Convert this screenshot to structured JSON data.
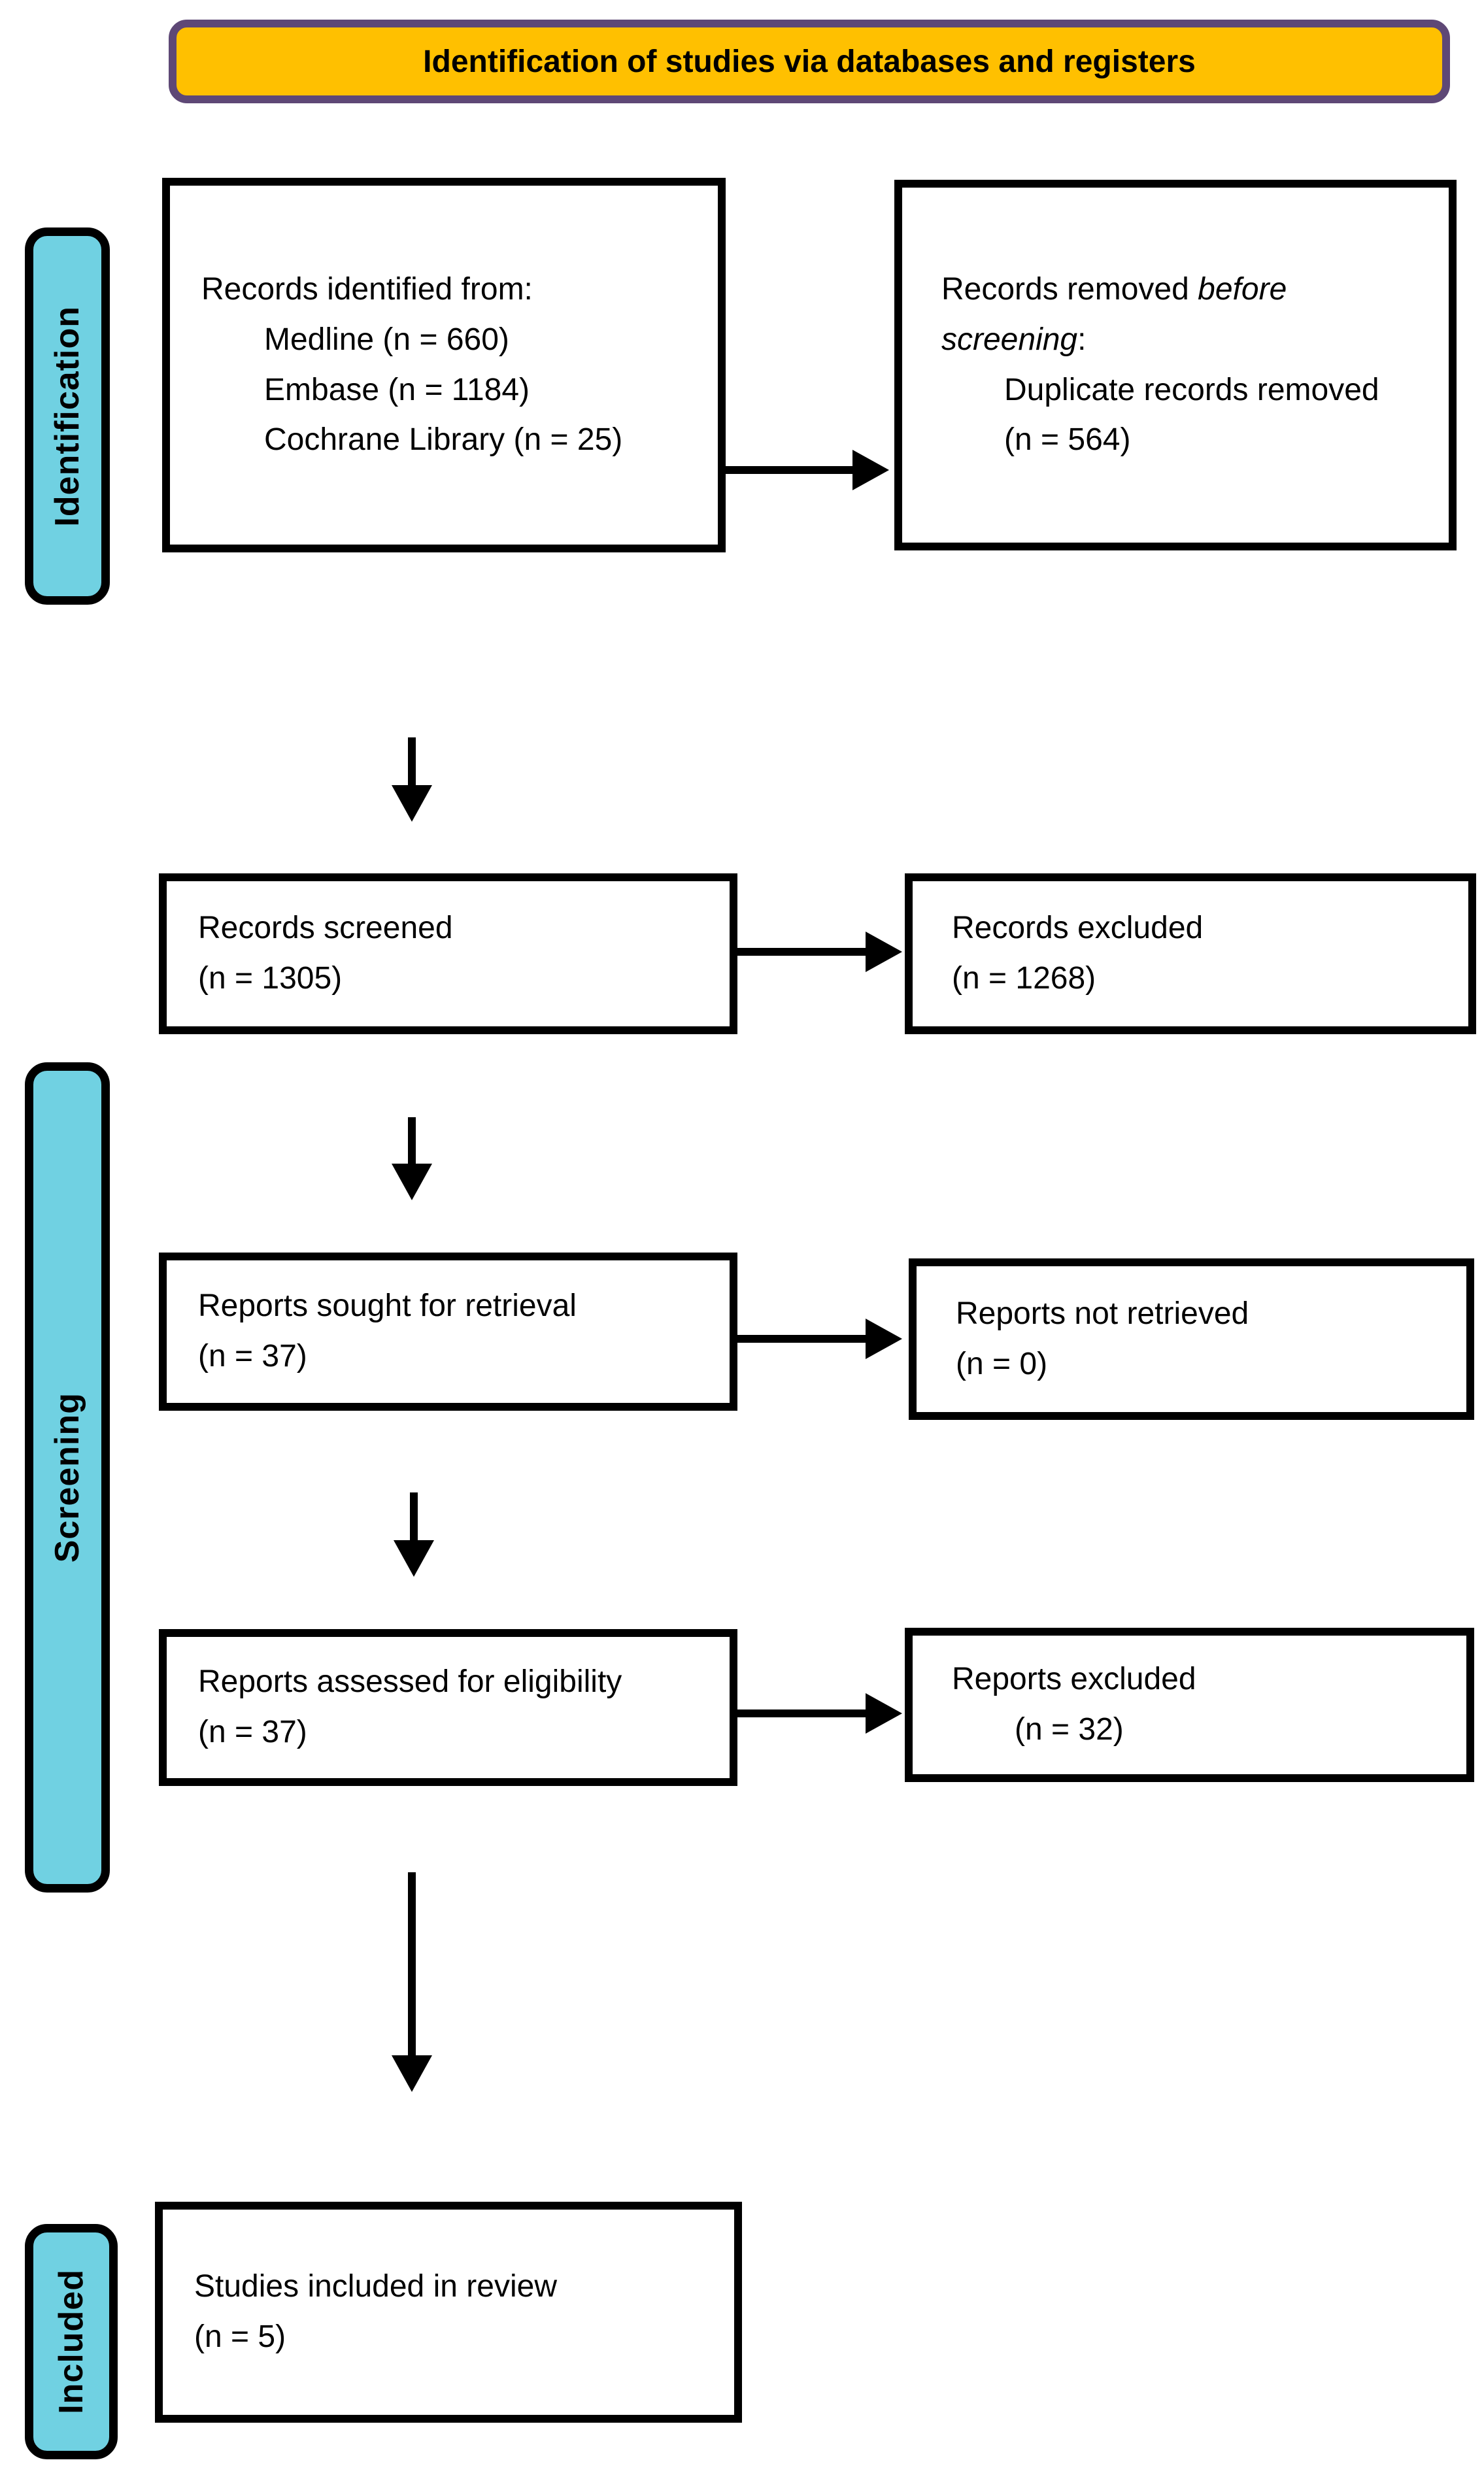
{
  "title": "PRISMA flow diagram",
  "banner": {
    "label": "Identification of studies via databases and registers"
  },
  "colors": {
    "banner-fill": "#FFC000",
    "banner-border": "#5E4876",
    "stage-fill": "#70D1E2",
    "box-border": "#000000",
    "background": "#FFFFFF"
  },
  "stages": {
    "identification": {
      "label": "Identification"
    },
    "screening": {
      "label": "Screening"
    },
    "included": {
      "label": "Included"
    }
  },
  "boxes": {
    "records_identified": {
      "lines": [
        {
          "indent": 0,
          "segments": [
            {
              "text": "Records identified from:",
              "italic": false
            }
          ]
        },
        {
          "indent": 1,
          "segments": [
            {
              "text": "Medline (n = 660)",
              "italic": false
            }
          ]
        },
        {
          "indent": 1,
          "segments": [
            {
              "text": "Embase (n = 1184)",
              "italic": false
            }
          ]
        },
        {
          "indent": 1,
          "segments": [
            {
              "text": "Cochrane Library (n = 25)",
              "italic": false
            }
          ]
        }
      ]
    },
    "records_removed": {
      "lines": [
        {
          "indent": 0,
          "segments": [
            {
              "text": "Records removed ",
              "italic": false
            },
            {
              "text": "before",
              "italic": true
            }
          ]
        },
        {
          "indent": 0,
          "segments": [
            {
              "text": "screening",
              "italic": true
            },
            {
              "text": ":",
              "italic": false
            }
          ]
        },
        {
          "indent": 1,
          "segments": [
            {
              "text": "Duplicate records removed",
              "italic": false
            }
          ]
        },
        {
          "indent": 1,
          "segments": [
            {
              "text": "(n = 564)",
              "italic": false
            }
          ]
        }
      ]
    },
    "records_screened": {
      "lines": [
        {
          "indent": 0,
          "segments": [
            {
              "text": "Records screened",
              "italic": false
            }
          ]
        },
        {
          "indent": 0,
          "segments": [
            {
              "text": "(n = 1305)",
              "italic": false
            }
          ]
        }
      ]
    },
    "records_excluded": {
      "lines": [
        {
          "indent": 0,
          "segments": [
            {
              "text": "Records excluded",
              "italic": false
            }
          ]
        },
        {
          "indent": 0,
          "segments": [
            {
              "text": "(n = 1268)",
              "italic": false
            }
          ]
        }
      ]
    },
    "reports_sought": {
      "lines": [
        {
          "indent": 0,
          "segments": [
            {
              "text": "Reports sought for retrieval",
              "italic": false
            }
          ]
        },
        {
          "indent": 0,
          "segments": [
            {
              "text": "(n = 37)",
              "italic": false
            }
          ]
        }
      ]
    },
    "reports_not_retrieved": {
      "lines": [
        {
          "indent": 0,
          "segments": [
            {
              "text": "Reports not retrieved",
              "italic": false
            }
          ]
        },
        {
          "indent": 0,
          "segments": [
            {
              "text": "(n = 0)",
              "italic": false
            }
          ]
        }
      ]
    },
    "reports_assessed": {
      "lines": [
        {
          "indent": 0,
          "segments": [
            {
              "text": "Reports assessed for eligibility",
              "italic": false
            }
          ]
        },
        {
          "indent": 0,
          "segments": [
            {
              "text": "(n = 37)",
              "italic": false
            }
          ]
        }
      ]
    },
    "reports_excluded": {
      "lines": [
        {
          "indent": 0,
          "segments": [
            {
              "text": "Reports excluded",
              "italic": false
            }
          ]
        },
        {
          "indent": 1,
          "segments": [
            {
              "text": "(n = 32)",
              "italic": false
            }
          ]
        }
      ]
    },
    "studies_included": {
      "lines": [
        {
          "indent": 0,
          "segments": [
            {
              "text": "Studies included in review",
              "italic": false
            }
          ]
        },
        {
          "indent": 0,
          "segments": [
            {
              "text": "(n = 5)",
              "italic": false
            }
          ]
        }
      ]
    }
  }
}
